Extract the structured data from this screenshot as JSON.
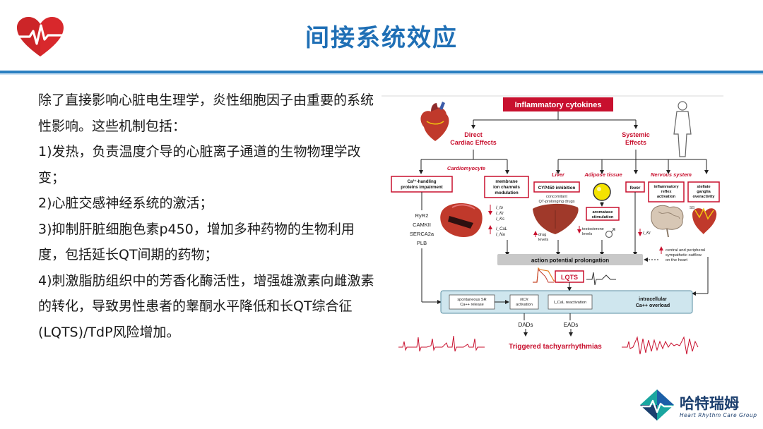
{
  "slide": {
    "title": "间接系统效应"
  },
  "body": {
    "paragraphs": [
      "除了直接影响心脏电生理学，炎性细胞因子由重要的系统性影响。这些机制包括：",
      "1)发热，负责温度介导的心脏离子通道的生物物理学改变；",
      "2)心脏交感神经系统的激活；",
      "3)抑制肝脏细胞色素p450，增加多种药物的生物利用度，包括延长QT间期的药物；",
      "4)刺激脂肪组织中的芳香化酶活性，增强雄激素向雌激素的转化，导致男性患者的睾酮水平降低和长QT综合征(LQTS)/TdP风险增加。"
    ]
  },
  "diagram": {
    "top": "Inflammatory cytokines",
    "direct": "Direct\nCardiac Effects",
    "systemic": "Systemic\nEffects",
    "cardiomyocyte": "Cardiomyocyte",
    "liver": "Liver",
    "adipose": "Adipose tissue",
    "nervous": "Nervous system",
    "ca_box": "Ca²⁺-handling\nproteins impairment",
    "membrane_box": "membrane\nion channels\nmodulation",
    "cyp_box": "CYP450 inhibition",
    "fever_box": "fever",
    "reflex_box": "inflammatory\nreflex\nactivation",
    "stellate_box": "stellate\nganglia\noveractivity",
    "ca_proteins": [
      "RyR2",
      "CAMKII",
      "SERCA2a",
      "PLB"
    ],
    "channels": [
      "I_to",
      "I_Kr",
      "I_Ks",
      "I_CaL",
      "I_Na"
    ],
    "concomitant": "concomitant\nQT-prolonging drugs",
    "aromatase_box": "aromatase\nstimulation",
    "testosterone": "testosterone\nlevels",
    "drug_levels": "drug\nlevels",
    "ikr_fever": "I_Kr",
    "sympathetic": "central and peripheral\nsympathetic outflow\non the heart",
    "ap_prolong": "action potential prolongation",
    "lqts": "LQTS",
    "sr_box": "spontaneous SR\nCa++ release",
    "ncx_box": "NCX\nactivation",
    "ical_box": "I_CaL reactivation",
    "ca_overload": "intracellular\nCa++ overload",
    "dads": "DADs",
    "eads": "EADs",
    "triggered": "Triggered tachyarrhythmias"
  },
  "brand": {
    "name": "哈特瑞姆",
    "subtitle": "Heart Rhythm Care Group"
  },
  "colors": {
    "title_blue": "#1f6fb5",
    "red": "#c8102e",
    "teal": "#cfe6ee"
  }
}
